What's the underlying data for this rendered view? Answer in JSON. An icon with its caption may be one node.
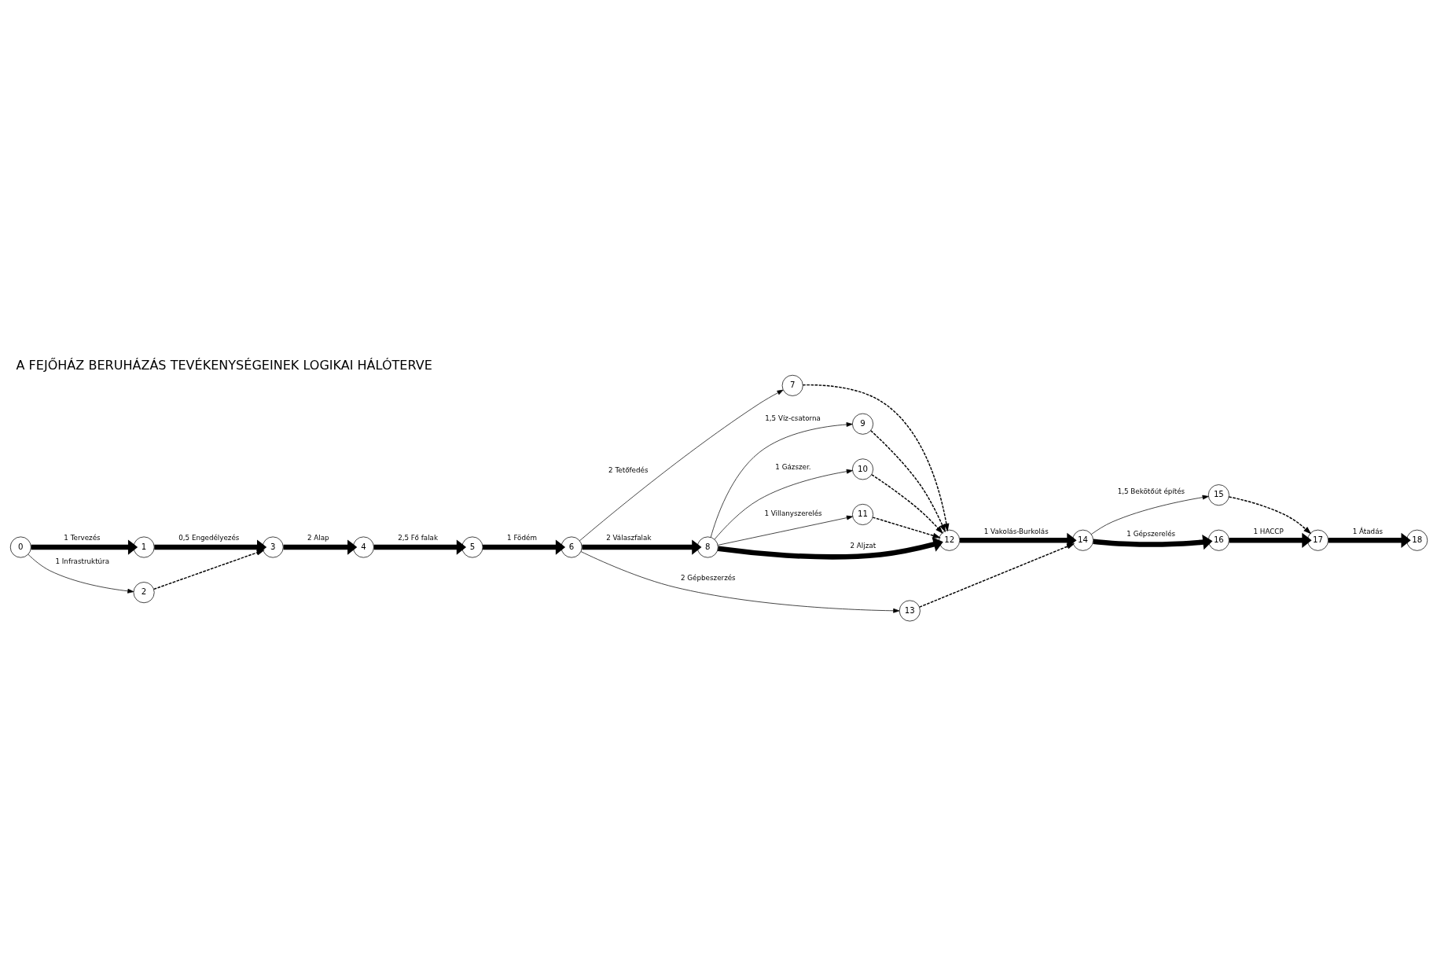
{
  "diagram": {
    "title": "A FEJŐHÁZ BERUHÁZÁS TEVÉKENYSÉGEINEK LOGIKAI HÁLÓTERVE",
    "nodes": [
      {
        "text": [
          "0"
        ]
      },
      {
        "text": [
          "1"
        ]
      },
      {
        "text": [
          "2"
        ]
      },
      {
        "text": [
          "3"
        ]
      },
      {
        "text": [
          "4"
        ]
      },
      {
        "text": [
          "5"
        ]
      },
      {
        "text": [
          "6"
        ]
      },
      {
        "text": [
          "7"
        ]
      },
      {
        "text": [
          "8"
        ]
      },
      {
        "text": [
          "9"
        ]
      },
      {
        "text": [
          "10"
        ]
      },
      {
        "text": [
          "11"
        ]
      },
      {
        "text": [
          "12"
        ]
      },
      {
        "text": [
          "13"
        ]
      },
      {
        "text": [
          "14"
        ]
      },
      {
        "text": [
          "15"
        ]
      },
      {
        "text": [
          "16"
        ]
      },
      {
        "text": [
          "17"
        ]
      },
      {
        "text": [
          "18"
        ]
      }
    ],
    "edges": [
      {
        "from": 0,
        "to": 1,
        "arrow": "to",
        "label": "1 Tervezés",
        "style": "thick"
      },
      {
        "from": 1,
        "to": 3,
        "arrow": "to",
        "label": "0,5 Engedélyezés",
        "style": "thick"
      },
      {
        "from": 0,
        "to": 2,
        "arrow": "to",
        "label": "1 Infrastruktúra"
      },
      {
        "from": 2,
        "to": 3,
        "arrow": "to",
        "style": "dashed"
      },
      {
        "from": 3,
        "to": 4,
        "arrow": "to",
        "label": "2 Alap",
        "style": "thick"
      },
      {
        "from": 4,
        "to": 5,
        "arrow": "to",
        "label": "2,5 Fő falak",
        "style": "thick"
      },
      {
        "from": 5,
        "to": 6,
        "arrow": "to",
        "label": "1 Födém",
        "style": "thick"
      },
      {
        "from": 6,
        "to": 7,
        "arrow": "to",
        "label": "2 Tetőfedés"
      },
      {
        "from": 6,
        "to": 8,
        "arrow": "to",
        "label": "2 Válaszfalak",
        "style": "thick"
      },
      {
        "from": 6,
        "to": 13,
        "arrow": "to",
        "label": "2 Gépbeszerzés"
      },
      {
        "from": 8,
        "to": 9,
        "arrow": "to",
        "label": "1,5 Víz-csatorna"
      },
      {
        "from": 8,
        "to": 12,
        "arrow": "to",
        "label": "2 Aljzat",
        "style": "thick"
      },
      {
        "from": 8,
        "to": 10,
        "arrow": "to",
        "label": "1 Gázszer."
      },
      {
        "from": 8,
        "to": 11,
        "arrow": "to",
        "label": "1 Villanyszerelés"
      },
      {
        "from": 7,
        "to": 12,
        "arrow": "to",
        "style": "dashed"
      },
      {
        "from": 9,
        "to": 12,
        "arrow": "to",
        "style": "dashed"
      },
      {
        "from": 10,
        "to": 12,
        "arrow": "to",
        "style": "dashed"
      },
      {
        "from": 11,
        "to": 12,
        "arrow": "to",
        "style": "dashed"
      },
      {
        "from": 12,
        "to": 14,
        "arrow": "to",
        "label": "1 Vakolás-Burkolás",
        "style": "thick"
      },
      {
        "from": 13,
        "to": 14,
        "arrow": "to",
        "style": "dashed"
      },
      {
        "from": 14,
        "to": 15,
        "arrow": "to",
        "label": "1,5 Bekötőút építés"
      },
      {
        "from": 14,
        "to": 16,
        "arrow": "to",
        "label": "1 Gépszerelés",
        "style": "thick"
      },
      {
        "from": 15,
        "to": 17,
        "arrow": "to",
        "style": "dashed"
      },
      {
        "from": 16,
        "to": 17,
        "arrow": "to",
        "label": "1 HACCP",
        "style": "thick"
      },
      {
        "from": 17,
        "to": 18,
        "arrow": "to",
        "label": "1 Átadás",
        "style": "thick"
      }
    ]
  }
}
